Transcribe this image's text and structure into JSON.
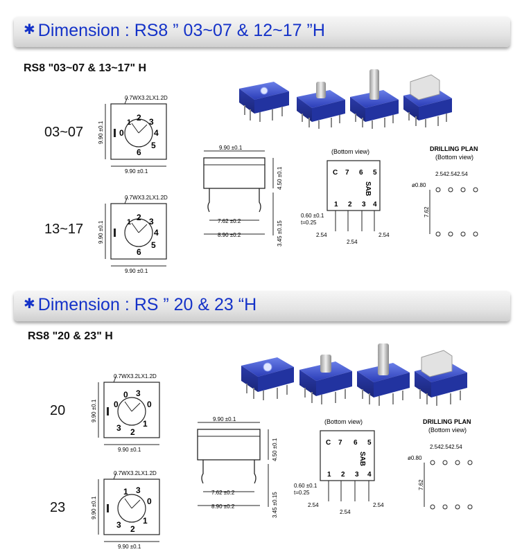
{
  "section1": {
    "banner": "Dimension : RS8 ” 03~07 & 12~17 ”H",
    "subtitle": "RS8 \"03~07 & 13~17\" H",
    "labels": [
      "03~07",
      "13~17"
    ]
  },
  "section2": {
    "banner": "Dimension : RS ”  20 & 23  “H",
    "subtitle": "RS8 \"20 & 23\" H",
    "labels": [
      "20",
      "23"
    ]
  },
  "banner_icon": "star-bullet-icon",
  "dims": {
    "shaft": "0.7WX3.2LX1.2D",
    "w990": "9.90 ±0.1",
    "w990b": "9.90 ±0.1",
    "h990": "9.90 ±0.1",
    "side_top": "9.90 ±0.1",
    "h450": "4.50 ±0.1",
    "w762": "7.62 ±0.2",
    "h345": "3.45 ±0.15",
    "w890": "8.90 ±0.2",
    "bottom_view": "(Bottom view)",
    "pin_060": "0.60 ±0.1",
    "t025": "t=0.25",
    "p254a": "2.54",
    "p254b": "2.54",
    "p254c": "2.54",
    "sab": "SAB",
    "drill_title": "DRILLING PLAN",
    "drill_sub": "(Bottom view)",
    "drill_pitch": "2.542.542.54",
    "drill_dia": "ø0.80",
    "drill_762": "7.62"
  },
  "dial_digits_a": [
    "1",
    "2",
    "3",
    "4",
    "5",
    "6",
    "0"
  ],
  "dial_digits_b": [
    "3",
    "0",
    "1",
    "2",
    "3",
    "0"
  ],
  "bv_top": [
    "C",
    "7",
    "6",
    "5"
  ],
  "bv_bot": [
    "1",
    "2",
    "3",
    "4"
  ],
  "colors": {
    "banner_text": "#1432c8",
    "switch_blue": "#3048c8"
  }
}
